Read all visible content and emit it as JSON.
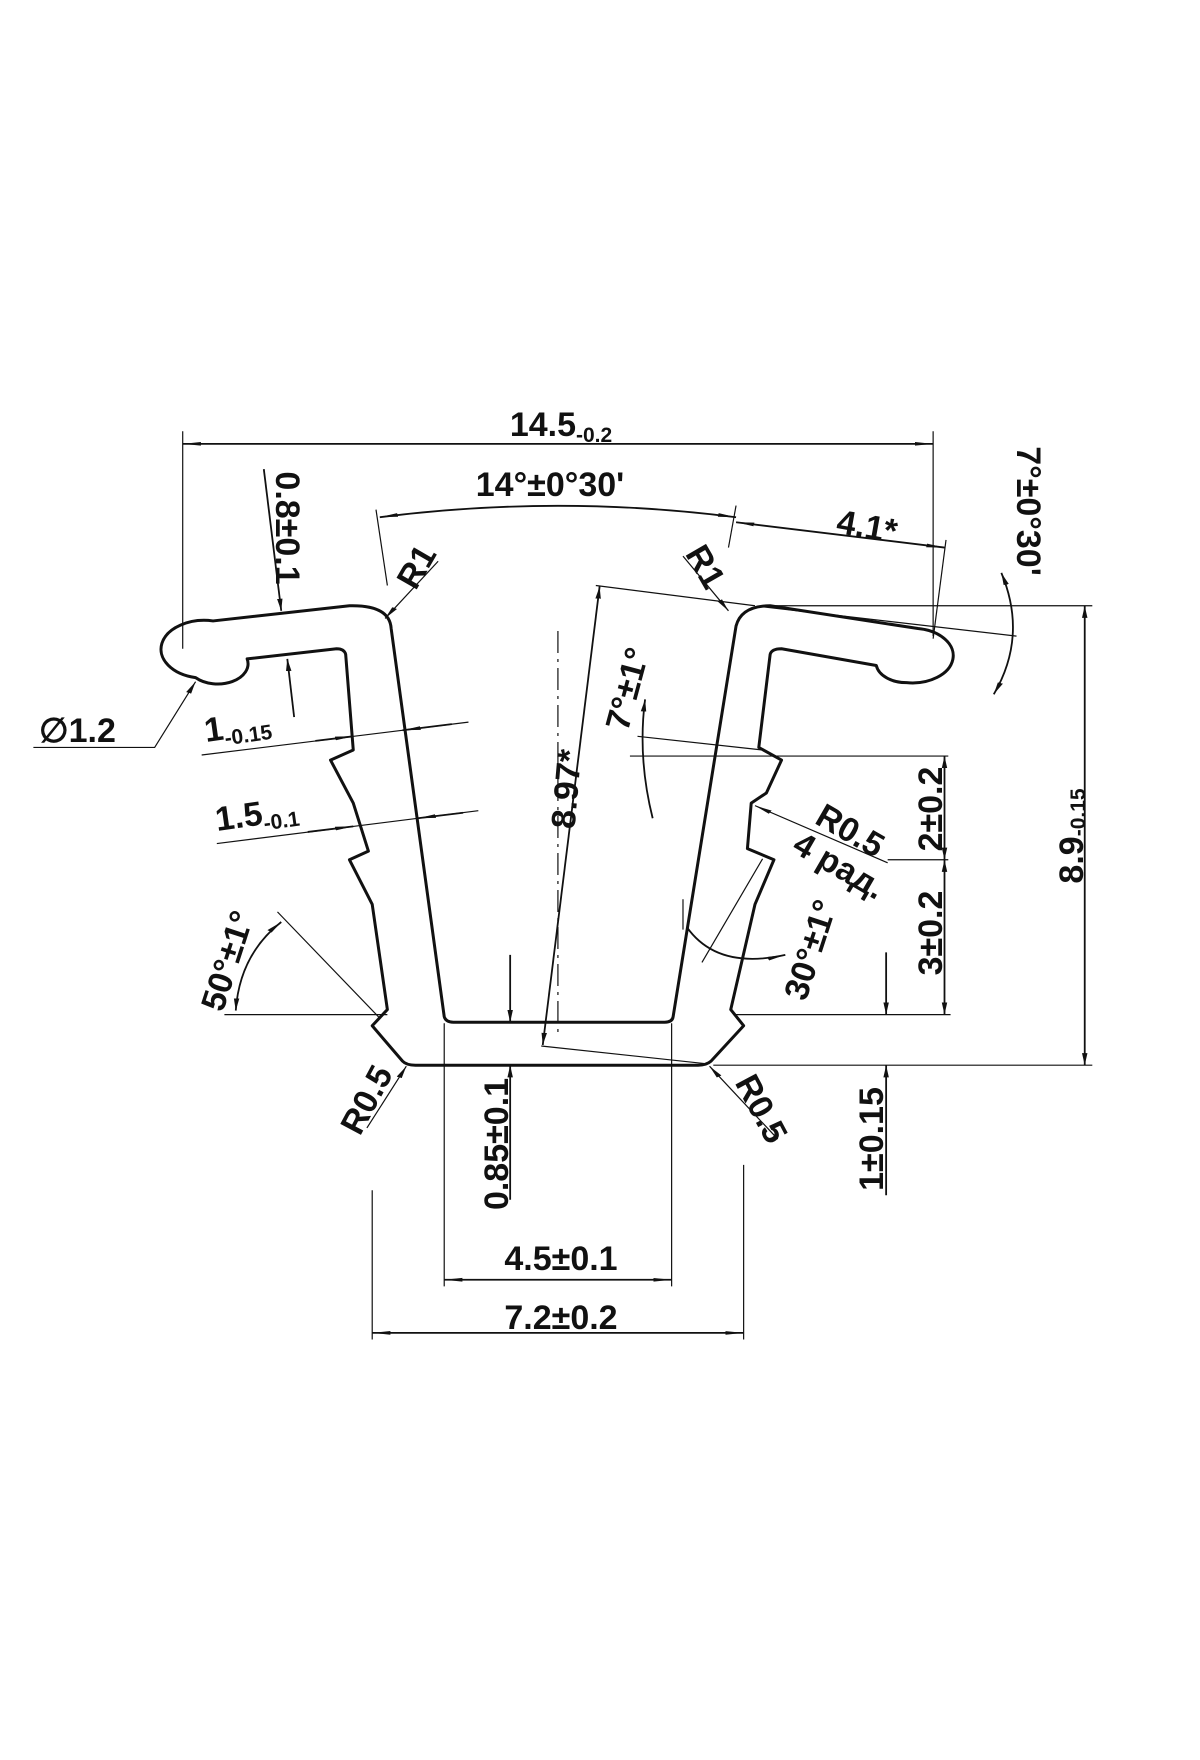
{
  "dimensions": {
    "overall_width": {
      "value": "14.5",
      "tol": "-0.2"
    },
    "taper_angle": "14°±0°30'",
    "flange_len": "4.1*",
    "flange_angle": "7°±0°30'",
    "lip_thickness": "0.8±0.1",
    "radius_top_left": "R1",
    "radius_top_right": "R1",
    "bulb_diameter": "∅1.2",
    "wall_1": {
      "value": "1",
      "tol": "-0.15"
    },
    "wall_2": {
      "value": "1.5",
      "tol": "-0.1"
    },
    "slot_depth": "8.97*",
    "wall_angle": "7°±1°",
    "rib_radius": "R0.5",
    "rib_radius_count": "4 рад.",
    "rib_pitch_top": "2±0.2",
    "rib_pitch_bottom": "3±0.2",
    "overall_height": {
      "value": "8.9",
      "tol": "-0.15"
    },
    "rib_angle": "30°±1°",
    "chamfer_angle": "50°±1°",
    "radius_bottom_left": "R0.5",
    "radius_bottom_right": "R0.5",
    "base_thickness": "0.85±0.1",
    "step_height": "1±0.15",
    "slot_width": "4.5±0.1",
    "base_width": "7.2±0.2"
  }
}
